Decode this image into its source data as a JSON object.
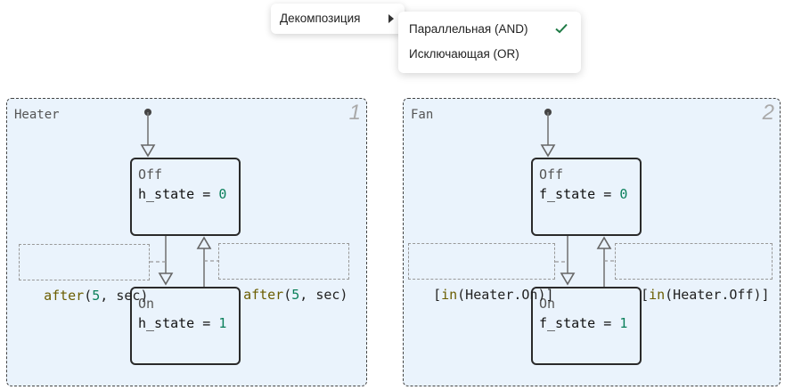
{
  "menu": {
    "decomposition_label": "Декомпозиция",
    "submenu": {
      "parallel_label": "Параллельная (AND)",
      "exclusive_label": "Исключающая (OR)",
      "checked": "parallel"
    }
  },
  "charts": [
    {
      "label": "Heater",
      "number": "1",
      "states": [
        {
          "name": "Off",
          "var": "h_state",
          "op": " = ",
          "value": "0"
        },
        {
          "name": "On",
          "var": "h_state",
          "op": " = ",
          "value": "1"
        }
      ],
      "transitions": [
        {
          "fn": "after",
          "open": "(",
          "arg1": "5",
          "rest": ", sec)"
        },
        {
          "fn": "after",
          "open": "(",
          "arg1": "5",
          "rest": ", sec)"
        }
      ]
    },
    {
      "label": "Fan",
      "number": "2",
      "states": [
        {
          "name": "Off",
          "var": "f_state",
          "op": " = ",
          "value": "0"
        },
        {
          "name": "On",
          "var": "f_state",
          "op": " = ",
          "value": "1"
        }
      ],
      "transitions": [
        {
          "open": "[",
          "fn": "in",
          "arg": "(Heater.On)",
          "close": "]"
        },
        {
          "open": "[",
          "fn": "in",
          "arg": "(Heater.Off)",
          "close": "]"
        }
      ]
    }
  ],
  "colors": {
    "check": "#1e7a45",
    "region_bg": "#eaf3fc",
    "numeric_literal": "#0a7f5a"
  },
  "icons": [
    "chevron-right-icon",
    "checkmark-icon",
    "default-transition-dot-icon"
  ]
}
